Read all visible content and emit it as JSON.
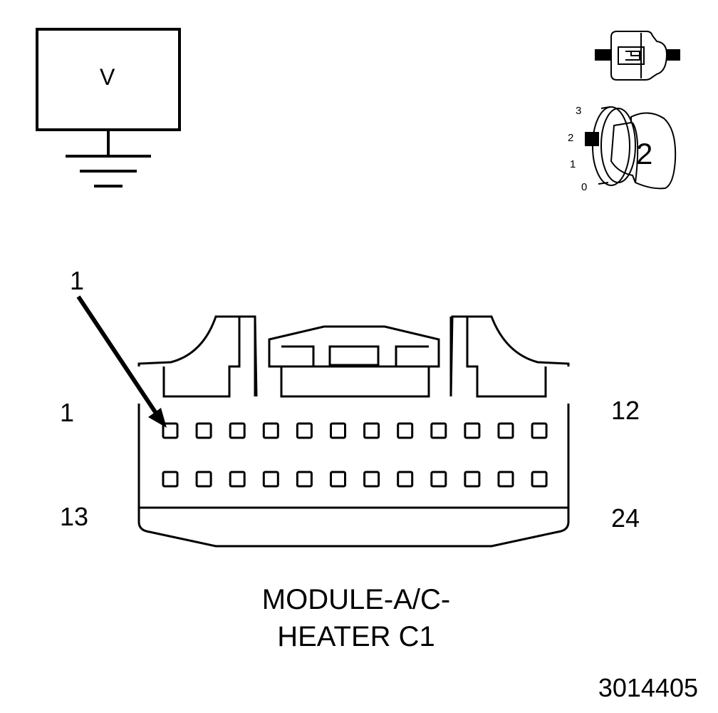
{
  "voltmeter": {
    "symbol": "V"
  },
  "ignition": {
    "positions": [
      "3",
      "2",
      "1",
      "0"
    ],
    "key_position": "2"
  },
  "connector": {
    "pointer_label": "1",
    "pin_labels": {
      "top_left": "1",
      "top_right": "12",
      "bottom_left": "13",
      "bottom_right": "24"
    },
    "pins_per_row": 12,
    "rows": 2,
    "caption_line1": "MODULE-A/C-",
    "caption_line2": "HEATER C1"
  },
  "figure_number": "3014405"
}
